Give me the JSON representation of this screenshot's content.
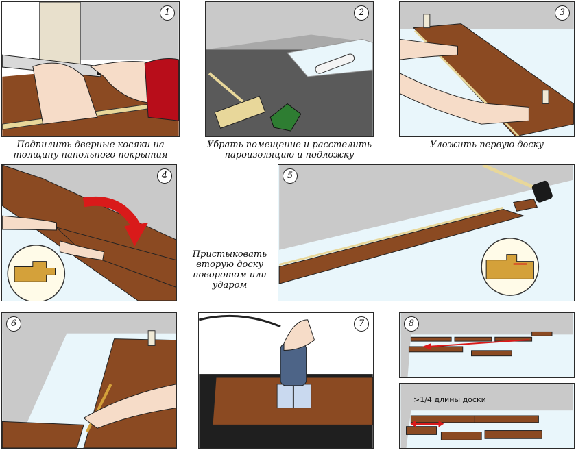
{
  "panels": {
    "p1": {
      "number": "1",
      "caption": "Подпилить дверные косяки на толщину напольного покрытия"
    },
    "p2": {
      "number": "2",
      "caption": "Убрать помещение и расстелить пароизоляцию и подложку"
    },
    "p3": {
      "number": "3",
      "caption": "Уложить первую доску"
    },
    "p4": {
      "number": "4"
    },
    "p5": {
      "number": "5"
    },
    "p6": {
      "number": "6"
    },
    "p7": {
      "number": "7"
    },
    "p8a": {
      "number": "8"
    },
    "p8b": {
      "note": ">1/4 длины доски"
    }
  },
  "middle_caption": "Пристыковать вторую доску поворотом или ударом",
  "colors": {
    "wood": "#8b4a22",
    "wall": "#c9c9c9",
    "floor_dark": "#5a5a5a",
    "underlay": "#e9f6fb",
    "arrow": "#d91a1a",
    "skin": "#f6dcc8",
    "sleeve": "#b80d1a"
  }
}
